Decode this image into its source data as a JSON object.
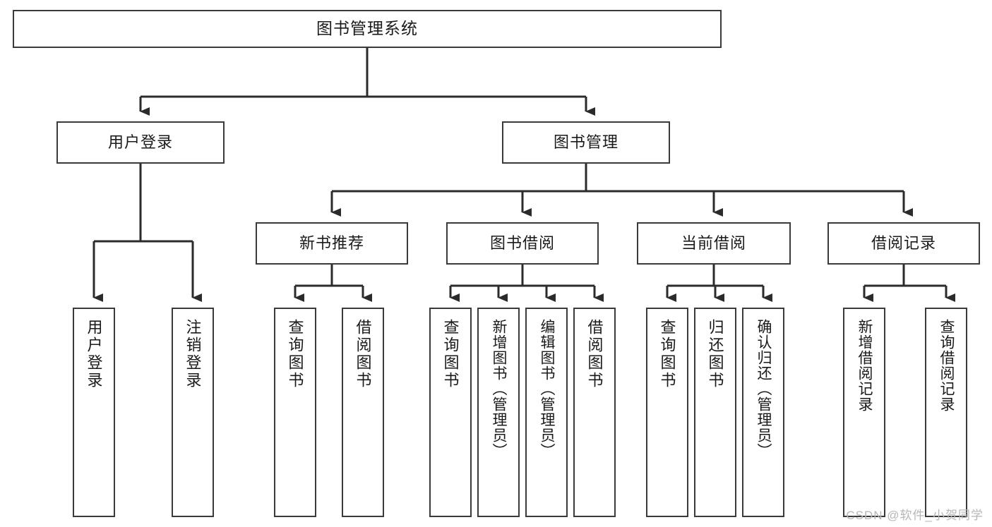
{
  "diagram": {
    "title": "图书管理系统",
    "type": "tree",
    "orientation": "top-down",
    "colors": {
      "box_border": "#3a3a3a",
      "box_fill": "#ffffff",
      "connector": "#2b2b2b",
      "text": "#1a1a1a",
      "watermark": "#b7b7b7",
      "background": "#ffffff"
    },
    "nodes": {
      "root": {
        "label": "图书管理系统",
        "level": 1
      },
      "level2": [
        {
          "id": "user-login",
          "label": "用户登录"
        },
        {
          "id": "book-manage",
          "label": "图书管理"
        }
      ],
      "level3": [
        {
          "id": "new-book-recommend",
          "label": "新书推荐",
          "parent": "book-manage"
        },
        {
          "id": "book-borrow",
          "label": "图书借阅",
          "parent": "book-manage"
        },
        {
          "id": "current-borrow",
          "label": "当前借阅",
          "parent": "book-manage"
        },
        {
          "id": "borrow-record",
          "label": "借阅记录",
          "parent": "book-manage"
        }
      ],
      "leaves": [
        {
          "id": "leaf-user-login",
          "label": "用户登录",
          "parent": "user-login"
        },
        {
          "id": "leaf-logout",
          "label": "注销登录",
          "parent": "user-login"
        },
        {
          "id": "leaf-query-book-1",
          "label": "查询图书",
          "parent": "new-book-recommend"
        },
        {
          "id": "leaf-borrow-book-1",
          "label": "借阅图书",
          "parent": "new-book-recommend"
        },
        {
          "id": "leaf-query-book-2",
          "label": "查询图书",
          "parent": "book-borrow"
        },
        {
          "id": "leaf-add-book",
          "label": "新增图书（管理员）",
          "parent": "book-borrow"
        },
        {
          "id": "leaf-edit-book",
          "label": "编辑图书（管理员）",
          "parent": "book-borrow"
        },
        {
          "id": "leaf-borrow-book-2",
          "label": "借阅图书",
          "parent": "book-borrow"
        },
        {
          "id": "leaf-query-book-3",
          "label": "查询图书",
          "parent": "current-borrow"
        },
        {
          "id": "leaf-return-book",
          "label": "归还图书",
          "parent": "current-borrow"
        },
        {
          "id": "leaf-confirm-return",
          "label": "确认归还（管理员）",
          "parent": "current-borrow"
        },
        {
          "id": "leaf-add-record",
          "label": "新增借阅记录",
          "parent": "borrow-record"
        },
        {
          "id": "leaf-query-record",
          "label": "查询借阅记录",
          "parent": "borrow-record"
        }
      ]
    }
  },
  "watermark": {
    "text": "CSDN @软件_小贺同学"
  }
}
